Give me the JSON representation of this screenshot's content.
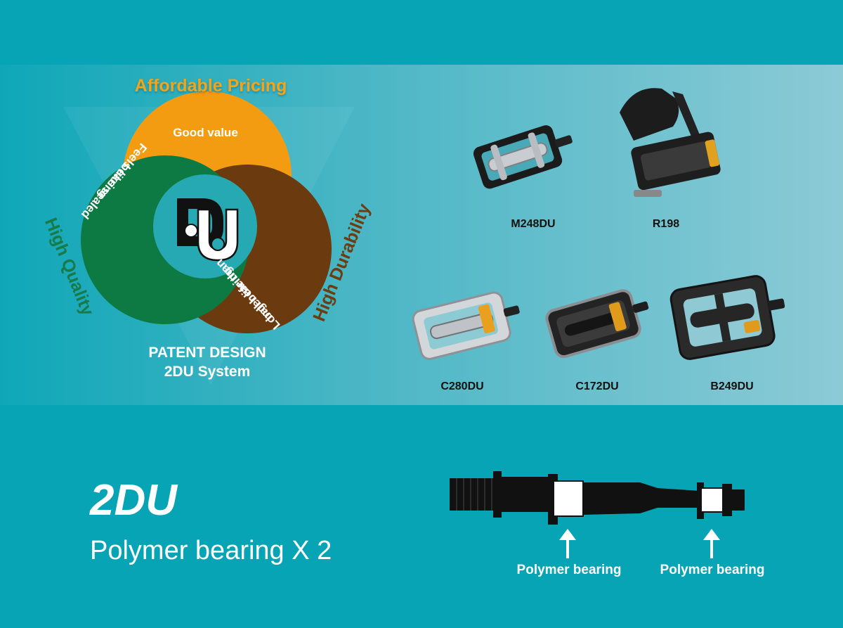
{
  "diagram": {
    "affordable_pricing": "Affordable Pricing",
    "high_quality": "High Quality",
    "high_durability": "High Durability",
    "good_value": "Good value",
    "feels_line1": "Feels like sealed",
    "feels_line2": "bearing",
    "longer_line1": "Longer life than",
    "longer_line2": "ball bearing",
    "patent_line1": "PATENT DESIGN",
    "patent_line2": "2DU System",
    "logo_text": "DU",
    "colors": {
      "orange": "#f39c12",
      "green": "#0e7a43",
      "brown": "#6b3a0e",
      "center": "#27a9b3"
    }
  },
  "products": [
    {
      "code": "M248DU"
    },
    {
      "code": "R198"
    },
    {
      "code": "C280DU"
    },
    {
      "code": "C172DU"
    },
    {
      "code": "B249DU"
    }
  ],
  "bearing": {
    "title": "2DU",
    "subtitle": "Polymer bearing X 2",
    "labels": [
      "Polymer bearing",
      "Polymer bearing"
    ]
  }
}
